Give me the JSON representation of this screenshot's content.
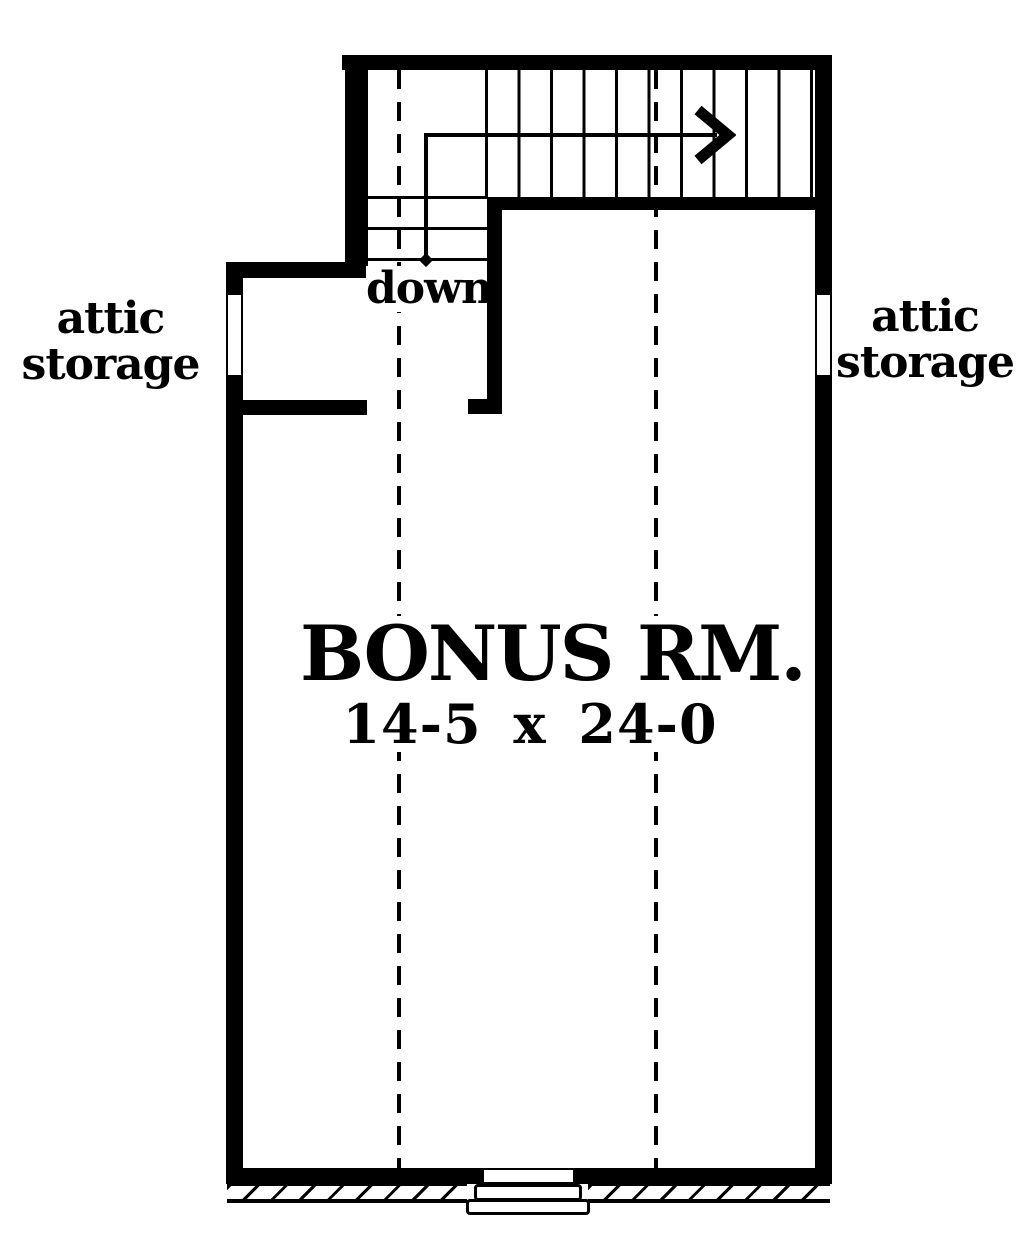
{
  "page": {
    "background_color": "#ffffff",
    "ink_color": "#000000"
  },
  "plan": {
    "room": {
      "name": "BONUS RM.",
      "size": "14-5 x 24-0"
    },
    "labels": {
      "attic_left": {
        "line1": "attic",
        "line2": "storage"
      },
      "attic_right": {
        "line1": "attic",
        "line2": "storage"
      },
      "stair_direction": "down"
    }
  }
}
